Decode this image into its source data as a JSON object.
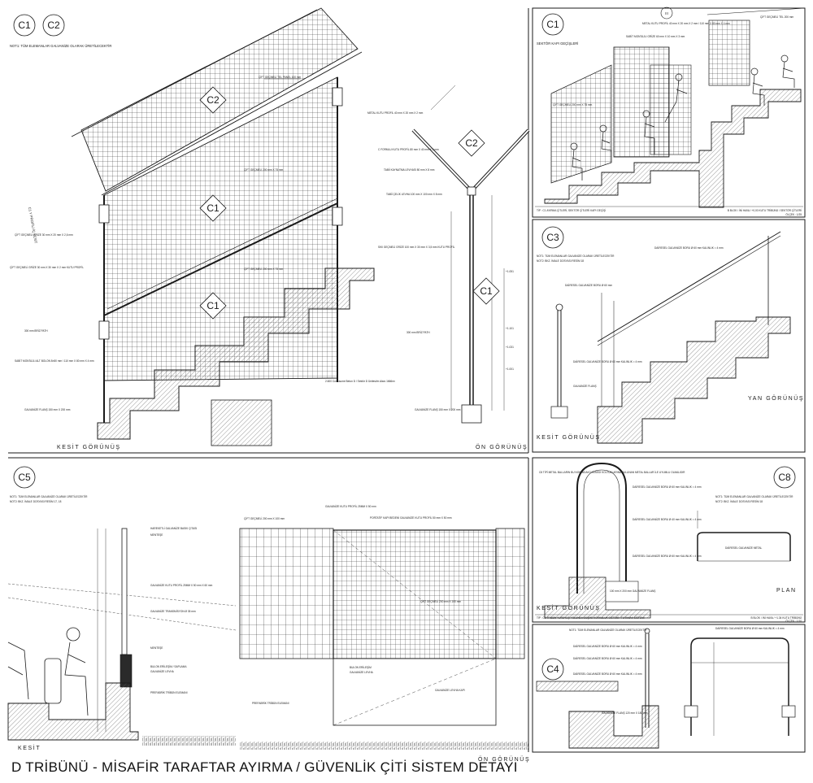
{
  "title": "D TRİBÜNÜ - MİSAFİR TARAFTAR AYIRMA  /  GÜVENLİK ÇİTİ SİSTEM DETAYI",
  "colors": {
    "line": "#1a1a1a",
    "hatch": "#555555",
    "fill": "#e6e6e6",
    "dark": "#2a2a2a"
  },
  "sheet1": {
    "tag1": "C1",
    "tag2": "C2",
    "note": "NOT1: TÜM ELEMANLAR GALVANİZE OLARAK ÜRETİLECEKTİR",
    "section_label": "KESİT GÖRÜNÜŞ",
    "front_label": "ÖN GÖRÜNÜŞ",
    "c2_mid": "C2",
    "c1_upper": "C1",
    "c1_lower": "C1",
    "c2_front": "C2",
    "c1_front": "C1",
    "axis_label": "C1 Y PROFİLİ İÇ KESİT",
    "scale_note": "2.600 Corrosume Beton D / Sektör D Ünitesi/m Alanı 1666m²",
    "callouts": [
      "ÇİFT GEÇMELİ TEL PANEL 100 mm",
      "METAL KUTU PROFİL 40 mm X 20 mm X 2 mm",
      "ÇİFT GEÇMELİ 200 mm X 75 mm",
      "ÇİFT GEÇMELİ GRİZE 30 mm X 20 mm X 2,6 mm",
      "ÇİFT GEÇMELİ GRİZE 30 mm X 30 mm X 2 mm KUTU PROFİL",
      "ÇİFT GEÇMELİ 200 mm X 75 mm",
      "300 mm BRİZ PATH",
      "SABİT MONTAJLI ALT BOLON 8×80 mm / 110 mm X 80 mm X 4 mm",
      "GALVANİZE FLANŞ 150 mm X 200 mm"
    ],
    "front_callouts": [
      "C FORMLU KUTU PROFİL 80 mm X 40 mm X 2 mm",
      "TABİİ KAYNATMA LEVHASI 80 mm X 8 mm",
      "TABİİ ÇELİK LEVHA 100 mm X 100 mm X 8 mm",
      "SIKI GEÇMELİ GRİZE 100 mm X 30 mm X 3,5 mm KUTU PROFİL",
      "300 mm BRİZ PATH",
      "GALVANİZE FLANŞ 150 mm X 200 mm"
    ],
    "levels": [
      "+1.051",
      "+1.101",
      "+1.031",
      "+1.001"
    ]
  },
  "sheet2": {
    "tag": "C1",
    "subtitle": "SEKTÖR KAPI GEÇİŞLERİ",
    "tag_circle": "III",
    "callouts": [
      "SABİT MONTAJLI GRİZE 60 mm X 10 mm X 3 mm",
      "METAL KUTU PROFİL 40 mm X 20 mm X 2 mm / 110 mm X 80 mm X 4 mm",
      "ÇİFT GEÇMELİ TEL 200 mm",
      "ÇİFT GEÇMELİ 200 mm X 75 mm"
    ],
    "footer_left": "TİP : C1 AYIRMA ÇİTLERİ, SEKTÖR ÇİTLERİ KAPI GEÇİŞİ",
    "footer_right": "B BLOK / İNİ HAVA / +0,00 KUTU TRİBÜNÜ / SEKTÖR ÇİTLERİ",
    "footer_code": "ÖLÇEK : 1/25"
  },
  "sheet3": {
    "tag": "C3",
    "note1": "NOT1: TÜM ELEMANLAR GALVANİZE OLARAK ÜRETİLECEKTİR",
    "note2": "NOT2: BKZ. İMALE DOSYASI RESİM 18",
    "callouts": [
      "DAİRESEL GALVANİZE BORU Ø 60 mm",
      "DAİRESEL GALVANİZE BORU Ø 60 mm KALINLIK = 4 mm",
      "DAİRESEL GALVANİZE BORU Ø 60 mm KALINLIK = 4 mm",
      "GALVANİZE FLANŞ"
    ],
    "section_label": "KESİT GÖRÜNÜŞ",
    "side_label": "YAN GÖRÜNÜŞ"
  },
  "sheet4": {
    "tag": "C5",
    "note1": "NOT1: TÜM ELEMANLAR GALVANİZE OLARAK ÜRETİLECEKTİR",
    "note2": "NOT2: BKZ. İMALE DOSYASI RESİM 17, 18",
    "callouts": [
      "HAREKETLİ GALVANİZE BASKI ÇITASI",
      "MENTEŞE",
      "GALVANİZE KUTU PROFİL 25MM X 50 mm X 60 mm",
      "GALVANİZE TRANSMİSYON Ø 35 mm",
      "MENTEŞE",
      "BULON ERİLEŞİM / SAPLAMA",
      "GALVANİZE LEVHA",
      "PREFABRİK TRİBÜN ELEMANI",
      "ÇİFT GEÇMELİ 200 mm X 100 mm",
      "GALVANİZE KUTU PROFİL 25MM X 50 mm",
      "PORTATİF KAPI BEDENİ GALVANİZE KUTU PROFİL 50 mm X 50 mm",
      "ÇİFT GEÇMELİ 200 mm X 100 mm",
      "BULON ERİLEŞİM",
      "GALVANİZE LEVHA",
      "PREFABRİK TRİBÜN ELEMANI",
      "GALVANİZE LEVHA KAPI"
    ],
    "section_label": "KESİT",
    "front_label": "ÖN GÖRÜNÜŞ"
  },
  "sheet5": {
    "tag": "C8",
    "note1": "NOT1: TÜM ELEMANLAR GALVANİZE OLARAK ÜRETİLECEKTİR",
    "note2": "NOT2: BKZ. İMALE DOSYASI RESİM 18",
    "callouts": [
      "C8 TİPİ METAL BALLARIN BU NOKTADAKİ HİSSEDİ KOLTUKLARINA BULUNAN METAL BALLAR İLE UYUMLU OLMALIDIR",
      "DAİRESEL GALVANİZE BORU Ø 60 mm KALINLIK = 4 mm",
      "DAİRESEL GALVANİZE BORU Ø 40 mm KALINLIK = 4 mm",
      "DAİRESEL GALVANİZE BORU Ø 60 mm KALINLIK = 4 mm",
      "DAİRESEL GALVANİZE METAL",
      "100 mm X 200 mm GALVANİZE FLANŞ"
    ],
    "section_label": "KESİT GÖRÜNÜŞ",
    "plan_label": "PLAN",
    "footer_left": "TİP : C8 TRİBÜN YÜRÜYÜŞ YOLUNDA DÜŞME KORKULUK SİSTEMİ / TUTAMAK SİSTEMİ",
    "footer_right": "B BLOK / İNİ HAVA / +1.34 KUTU TRİBÜNÜ",
    "footer_code": "ÖLÇEK : 1/10"
  },
  "sheet6": {
    "tag": "C4",
    "note1": "NOT1: TÜM ELEMANLAR GALVANİZE OLARAK ÜRETİLECEKTİR",
    "callouts": [
      "DAİRESEL GALVANİZE BORU Ø 60 mm KALINLIK = 4 mm",
      "DAİRESEL GALVANİZE BORU Ø 60 mm KALINLIK = 4 mm",
      "DAİRESEL GALVANİZE BORU Ø 60 mm KALINLIK = 4 mm",
      "GALVANİZE FLANŞ 120 mm X 180 mm",
      "DAİRESEL GALVANİZE BORU Ø 60 mm KALINLIK = 4 mm"
    ]
  }
}
